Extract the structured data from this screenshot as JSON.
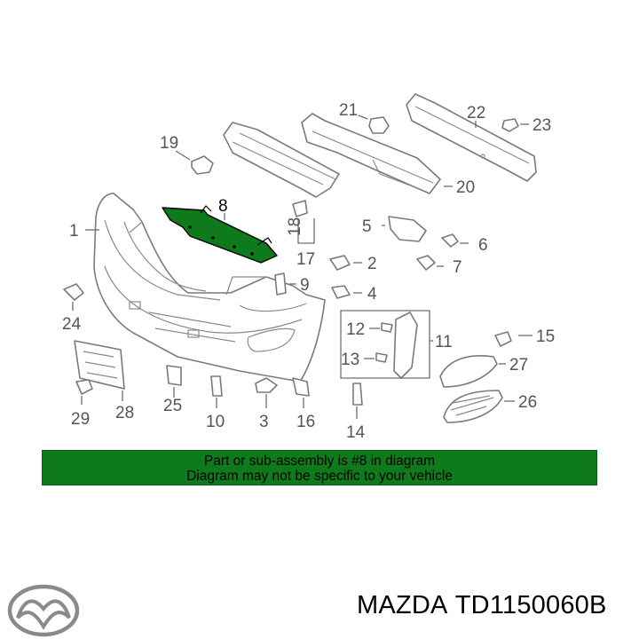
{
  "callouts": [
    "1",
    "2",
    "3",
    "4",
    "5",
    "6",
    "7",
    "8",
    "9",
    "10",
    "11",
    "12",
    "13",
    "14",
    "15",
    "16",
    "17",
    "18",
    "19",
    "20",
    "21",
    "22",
    "23",
    "24",
    "25",
    "26",
    "27",
    "28",
    "29"
  ],
  "notice": {
    "line1": "Part or sub-assembly is #8 in diagram",
    "line2": "Diagram may not be specific to your vehicle"
  },
  "footer": {
    "brand": "MAZDA",
    "part_number": "TD1150060B"
  },
  "colors": {
    "highlight_part": "#0f7a1b",
    "notice_background": "#0f7a1b",
    "line_art": "#7a7a7a"
  },
  "icons": [
    "mazda-logo-icon"
  ]
}
